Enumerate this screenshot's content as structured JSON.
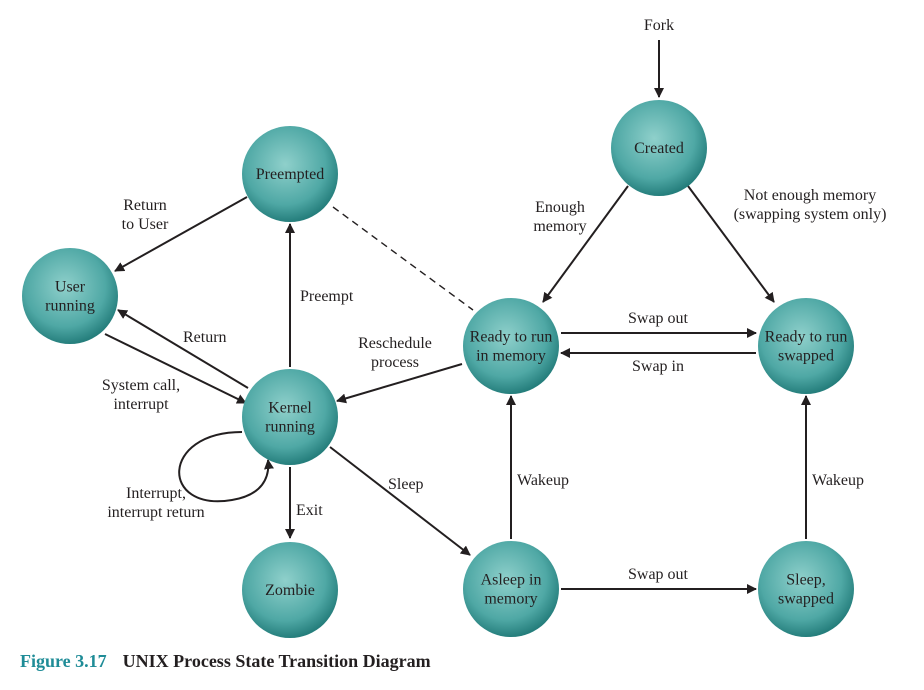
{
  "diagram": {
    "nodes": [
      {
        "id": "created",
        "lines": [
          "Created"
        ]
      },
      {
        "id": "preempted",
        "lines": [
          "Preempted"
        ]
      },
      {
        "id": "user-running",
        "lines": [
          "User",
          "running"
        ]
      },
      {
        "id": "kernel-running",
        "lines": [
          "Kernel",
          "running"
        ]
      },
      {
        "id": "ready-memory",
        "lines": [
          "Ready to run",
          "in memory"
        ]
      },
      {
        "id": "ready-swapped",
        "lines": [
          "Ready to run",
          "swapped"
        ]
      },
      {
        "id": "zombie",
        "lines": [
          "Zombie"
        ]
      },
      {
        "id": "asleep-memory",
        "lines": [
          "Asleep in",
          "memory"
        ]
      },
      {
        "id": "sleep-swapped",
        "lines": [
          "Sleep,",
          "swapped"
        ]
      }
    ],
    "edges": [
      {
        "id": "fork",
        "label": [
          "Fork"
        ]
      },
      {
        "id": "enough-memory",
        "label": [
          "Enough",
          "memory"
        ]
      },
      {
        "id": "not-enough-memory",
        "label": [
          "Not enough memory",
          "(swapping system only)"
        ]
      },
      {
        "id": "swap-out-ready",
        "label": [
          "Swap out"
        ]
      },
      {
        "id": "swap-in",
        "label": [
          "Swap in"
        ]
      },
      {
        "id": "return-to-user",
        "label": [
          "Return",
          "to User"
        ]
      },
      {
        "id": "preempt",
        "label": [
          "Preempt"
        ]
      },
      {
        "id": "return",
        "label": [
          "Return"
        ]
      },
      {
        "id": "system-call",
        "label": [
          "System call,",
          "interrupt"
        ]
      },
      {
        "id": "reschedule",
        "label": [
          "Reschedule",
          "process"
        ]
      },
      {
        "id": "interrupt-return",
        "label": [
          "Interrupt,",
          "interrupt return"
        ]
      },
      {
        "id": "exit",
        "label": [
          "Exit"
        ]
      },
      {
        "id": "sleep",
        "label": [
          "Sleep"
        ]
      },
      {
        "id": "wakeup-memory",
        "label": [
          "Wakeup"
        ]
      },
      {
        "id": "wakeup-swapped",
        "label": [
          "Wakeup"
        ]
      },
      {
        "id": "swap-out-asleep",
        "label": [
          "Swap out"
        ]
      },
      {
        "id": "preempted-link",
        "label": []
      }
    ]
  },
  "caption": {
    "number": "Figure 3.17",
    "title": "UNIX Process State Transition Diagram"
  },
  "colors": {
    "node_center": "#8fd0cb",
    "node_edge": "#257e7c",
    "stroke": "#231f20",
    "caption_number": "#1f8c97"
  }
}
